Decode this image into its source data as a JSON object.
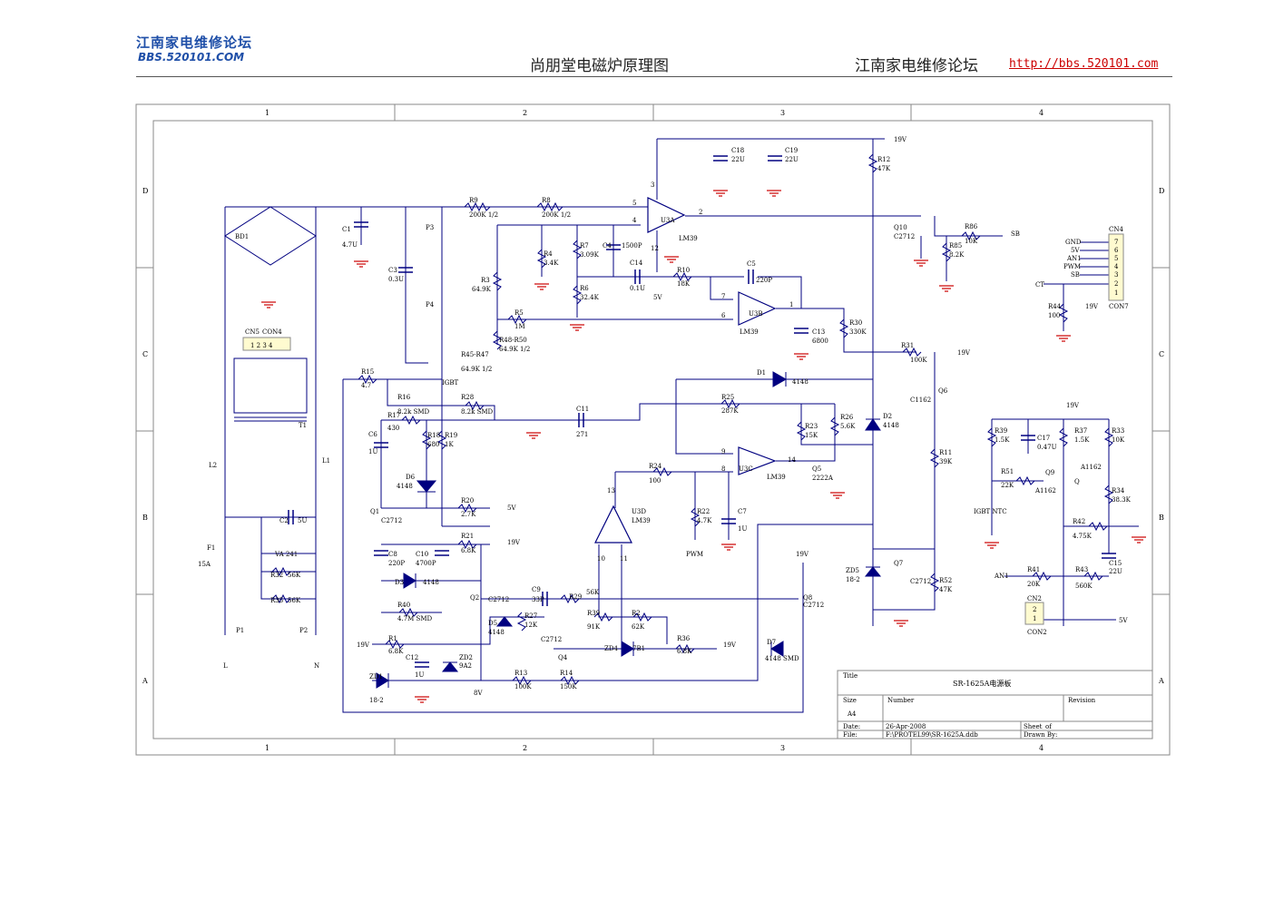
{
  "header": {
    "logo_text": "江南家电维修论坛",
    "logo_url": "BBS.520101.COM",
    "document_title": "尚朋堂电磁炉原理图",
    "forum_name": "江南家电维修论坛",
    "forum_link": "http://bbs.520101.com"
  },
  "frame": {
    "columns": [
      "1",
      "2",
      "3",
      "4"
    ],
    "rows": [
      "D",
      "C",
      "B",
      "A"
    ]
  },
  "title_block": {
    "title_caption": "Title",
    "title": "SR-1625A电源板",
    "size_caption": "Size",
    "size": "A4",
    "number_caption": "Number",
    "revision_caption": "Revision",
    "date_caption": "Date:",
    "date": "26-Apr-2008",
    "sheet_caption": "Sheet",
    "of_caption": "of",
    "file_caption": "File:",
    "file": "F:\\PROTEL99\\SR-1625A.ddb",
    "drawn_caption": "Drawn By:"
  },
  "labels": {
    "bd1": "BD1",
    "c1": "C1",
    "c1_v": "4.7U",
    "c3": "C3",
    "c3_v": "0.3U",
    "p3": "P3",
    "p4": "P4",
    "r9": "R9",
    "r9_v": "200K 1/2",
    "r8": "R8",
    "r8_v": "200K 1/2",
    "pin5": "5",
    "pin4": "4",
    "pin3": "3",
    "pin2": "2",
    "pin12": "12",
    "u3a": "U3A",
    "lm39_a": "LM39",
    "c18": "C18",
    "c18_v": "22U",
    "c19": "C19",
    "c19_v": "22U",
    "v19_top": "19V",
    "r12": "R12",
    "r12_v": "47K",
    "r4": "R4",
    "r4_v": "3.4K",
    "r7": "R7",
    "r7_v": "3.09K",
    "c4": "C4",
    "c4_v": "1500P",
    "c14": "C14",
    "c14_v": "0.1U",
    "r10": "R10",
    "r10_v": "18K",
    "c5": "C5",
    "c5_v": "220P",
    "r3": "R3",
    "r3_v": "64.9K",
    "r6": "R6",
    "r6_v": "32.4K",
    "v5_mid": "5V",
    "pin7": "7",
    "pin6": "6",
    "pin1": "1",
    "u3b": "U3B",
    "lm39_b": "LM39",
    "c13": "C13",
    "c13_v": "6800",
    "r5": "R5",
    "r5_v": "1M",
    "r48": "R48-R50",
    "r48_v": "64.9K 1/2",
    "r45": "R45-R47",
    "r45_v": "64.9K 1/2",
    "r30": "R30",
    "r30_v": "330K",
    "q10": "Q10",
    "q10_v": "C2712",
    "r86": "R86",
    "r86_v": "10K",
    "sb_top": "SB",
    "r85": "R85",
    "r85_v": "8.2K",
    "cn4": "CN4",
    "gnd": "GND",
    "v5_cn": "5V",
    "an1": "AN1",
    "pwm_cn": "PWM",
    "sb_cn": "SB",
    "cn_pins": [
      "7",
      "6",
      "5",
      "4",
      "3",
      "2",
      "1"
    ],
    "ct": "CT",
    "r44": "R44",
    "r44_v": "100",
    "v19_cn": "19V",
    "con7": "CON7",
    "cn5": "CN5",
    "con4": "CON4",
    "con_pins": "1 2 3 4",
    "t1": "T1",
    "r15": "R15",
    "r15_v": "4.7",
    "igbt": "IGBT",
    "r16": "R16",
    "r16_v": "8.2k SMD",
    "r28": "R28",
    "r28_v": "8.2k SMD",
    "r17": "R17",
    "r17_v": "430",
    "c11": "C11",
    "c11_v": "271",
    "r31": "R31",
    "r31_v": "100K",
    "v19_r31": "19V",
    "d1": "D1",
    "d1_v": "4148",
    "q6": "Q6",
    "q6_v": "C1162",
    "r25": "R25",
    "r25_v": "287K",
    "r23": "R23",
    "r23_v": "15K",
    "r26": "R26",
    "r26_v": "5.6K",
    "d2": "D2",
    "d2_v": "4148",
    "c6": "C6",
    "c6_v": "1U",
    "r18": "R18",
    "r18_v": "680",
    "r19": "R19",
    "r19_v": "1K",
    "pin9": "9",
    "pin8": "8",
    "pin14": "14",
    "u3c": "U3C",
    "lm39_c": "LM39",
    "q5": "Q5",
    "q5_v": "2222A",
    "r11": "R11",
    "r11_v": "39K",
    "l2": "L2",
    "l1": "L1",
    "d6": "D6",
    "d6_v": "4148",
    "r24": "R24",
    "r24_v": "100",
    "pin13": "13",
    "u3d": "U3D",
    "lm39_d": "LM39",
    "r22": "R22",
    "r22_v": "4.7K",
    "c7": "C7",
    "c7_v": "1U",
    "pwm": "PWM",
    "q1": "Q1",
    "q1_v": "C2712",
    "r20": "R20",
    "r20_v": "2.7K",
    "v5_r20": "5V",
    "r21": "R21",
    "r21_v": "6.8K",
    "v19_r21": "19V",
    "c2": "C2",
    "c2_v": "5U",
    "va": "VA 241",
    "f1": "F1",
    "f1_v": "15A",
    "c8": "C8",
    "c8_v": "220P",
    "c10": "C10",
    "c10_v": "4700P",
    "pin10": "10",
    "pin11": "11",
    "v19_q8": "19V",
    "zd5": "ZD5",
    "zd5_v": "18-2",
    "q7": "Q7",
    "q7_v": "C2712",
    "r52": "R52",
    "r52_v": "47K",
    "r32": "R32",
    "r32_v": "56K",
    "d3": "D3",
    "d3_v": "4148",
    "r35": "R35",
    "r35_v": "56K",
    "r40": "R40",
    "r40_v": "4.7M SMD",
    "q2": "Q2",
    "q2_v": "C2712",
    "c9": "C9",
    "c9_v": "33P",
    "r29": "R29",
    "r29_v": "56K",
    "q8": "Q8",
    "q8_v": "C2712",
    "d5": "D5",
    "d5_v": "4148",
    "r27": "R27",
    "r27_v": "12K",
    "r39b": "R39",
    "r39b_v": "91K",
    "r2": "R2",
    "r2_v": "62K",
    "p1": "P1",
    "p2": "P2",
    "l_term": "L",
    "n_term": "N",
    "r1": "R1",
    "r1_v": "6.8K",
    "v19_r1": "19V",
    "c12": "C12",
    "c12_v": "1U",
    "zd2": "ZD2",
    "zd2_v": "9A2",
    "q4": "Q4",
    "q4_v": "C2712",
    "zd4": "ZD4",
    "zd4_v": "7B1",
    "r36": "R36",
    "r36_v": "6.8K",
    "v19_r36": "19V",
    "d7": "D7",
    "d7_v": "4148 SMD",
    "zd1": "ZD1",
    "zd1_v": "18-2",
    "r13": "R13",
    "r13_v": "100K",
    "r14": "R14",
    "r14_v": "150K",
    "v8": "8V",
    "v19_right": "19V",
    "r39": "R39",
    "r39_v": "1.5K",
    "c17": "C17",
    "c17_v": "0.47U",
    "r37": "R37",
    "r37_v": "1.5K",
    "r33": "R33",
    "r33_v": "10K",
    "q9": "Q9",
    "q9_v": "A1162",
    "q_right": "Q",
    "q_right_v": "A1162",
    "r51": "R51",
    "r51_v": "22K",
    "r34": "R34",
    "r34_v": "38.3K",
    "igbt_ntc": "IGBT  NTC",
    "r42": "R42",
    "r42_v": "4.75K",
    "c15": "C15",
    "c15_v": "22U",
    "r41": "R41",
    "r41_v": "20K",
    "an1_r": "AN1",
    "r43": "R43",
    "r43_v": "560K",
    "cn2": "CN2",
    "cn2_pins": [
      "2",
      "1"
    ],
    "con2": "CON2",
    "v5_cn2": "5V"
  }
}
